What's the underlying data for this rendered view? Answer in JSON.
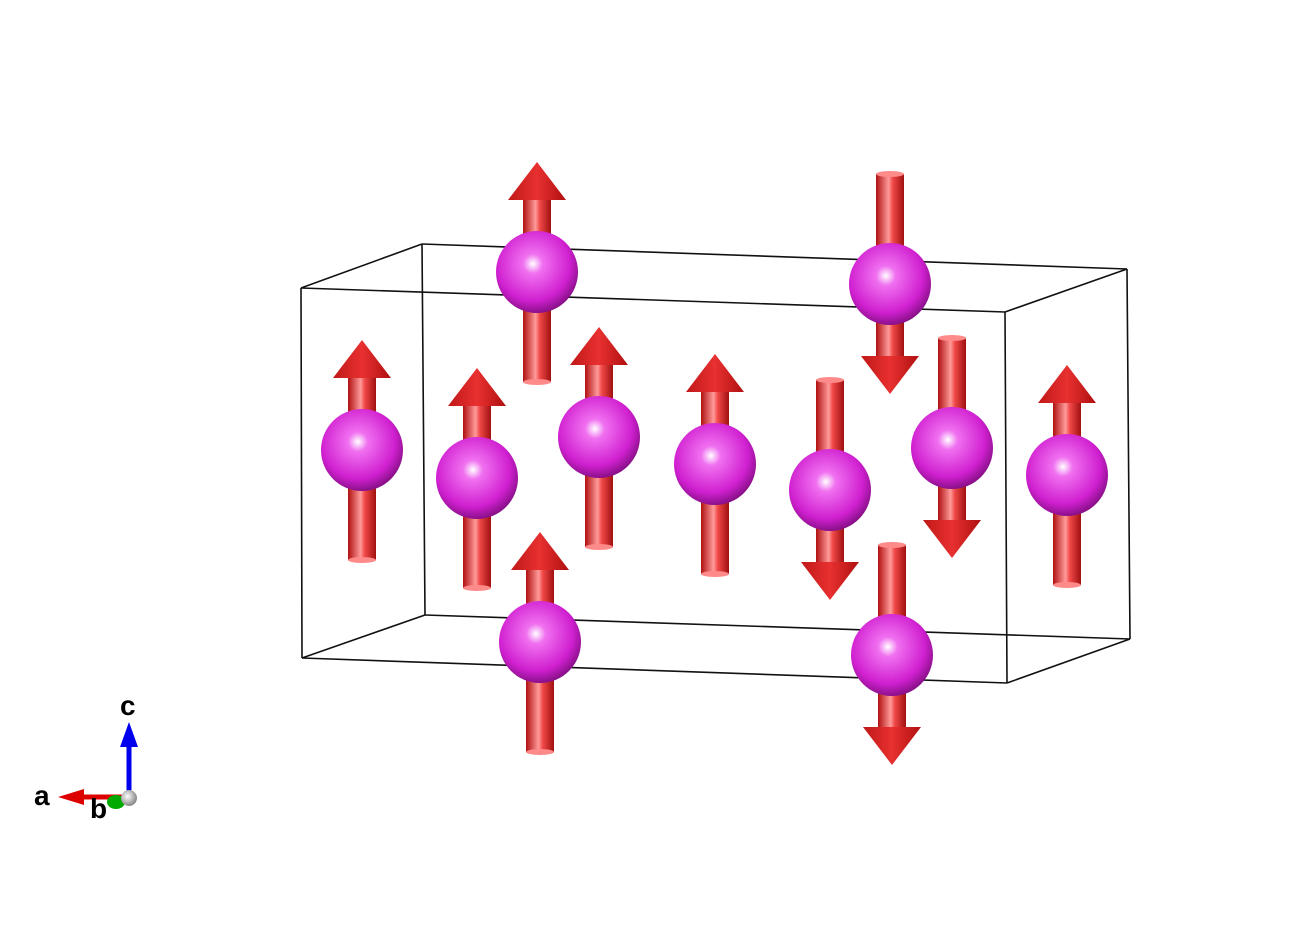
{
  "structure": {
    "atom_color": "#e040e0",
    "spin_color": "#e52222",
    "cell_edge_color": "#000000",
    "atoms": [
      {
        "id": 1,
        "spin": "up"
      },
      {
        "id": 2,
        "spin": "down"
      },
      {
        "id": 3,
        "spin": "up"
      },
      {
        "id": 4,
        "spin": "up"
      },
      {
        "id": 5,
        "spin": "up"
      },
      {
        "id": 6,
        "spin": "up"
      },
      {
        "id": 7,
        "spin": "down"
      },
      {
        "id": 8,
        "spin": "down"
      },
      {
        "id": 9,
        "spin": "up"
      },
      {
        "id": 10,
        "spin": "up"
      },
      {
        "id": 11,
        "spin": "down"
      }
    ]
  },
  "axes": {
    "a_label": "a",
    "b_label": "b",
    "c_label": "c",
    "a_color": "#dd0000",
    "b_color": "#00aa00",
    "c_color": "#0000ee"
  }
}
